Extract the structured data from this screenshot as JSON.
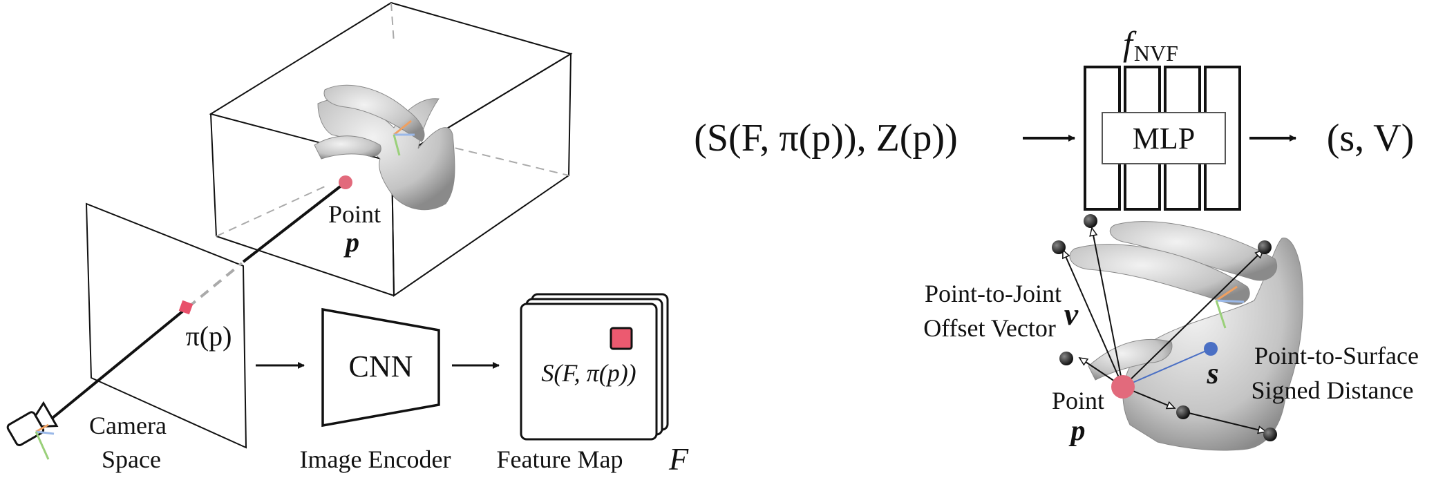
{
  "left": {
    "point_label": "Point",
    "point_symbol": "p",
    "projection_label": "π(p)",
    "camera_label_line1": "Camera",
    "camera_label_line2": "Space",
    "cnn_label": "CNN",
    "encoder_caption": "Image Encoder",
    "sample_label": "S(F, π(p))",
    "feature_caption": "Feature Map",
    "feature_symbol": "F"
  },
  "right": {
    "input_expr": "(S(F, π(p)), Z(p))",
    "mlp_label": "MLP",
    "output_expr": "(s, V)",
    "func_name": "f",
    "func_subscript": "NVF",
    "joint_label_line1": "Point-to-Joint",
    "joint_label_line2": "Offset Vector",
    "joint_symbol": "v",
    "point_label": "Point",
    "point_symbol": "p",
    "surface_label_line1": "Point-to-Surface",
    "surface_label_line2": "Signed Distance",
    "surface_symbol": "s"
  },
  "colors": {
    "point": "#e26a7c",
    "projection": "#e8506a",
    "surface_point": "#4a6fc4",
    "joint": "#222222",
    "hand": "#cfcfcf"
  },
  "icons": [
    "camera-icon",
    "hand-mesh-icon",
    "joint-marker-icon",
    "arrow-icon"
  ]
}
